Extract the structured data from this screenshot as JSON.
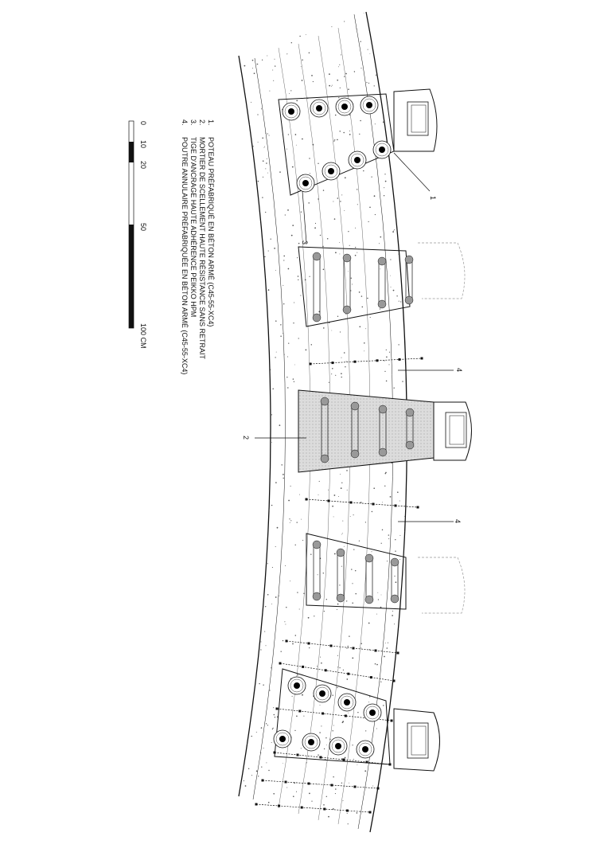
{
  "legend": {
    "items": [
      {
        "num": "1.",
        "text": "POTEAU PRÉFABRIQUÉ EN BÉTON ARMÉ (C45-55-XC4)"
      },
      {
        "num": "2.",
        "text": "MORTIER DE SCELLEMENT HAUTE RÉSISTANCE SANS RETRAIT"
      },
      {
        "num": "3.",
        "text": "TIGE D'ANCRAGE HAUTE ADHÉRENCE PEIKKO HPM"
      },
      {
        "num": "4.",
        "text": "POUTRE ANNULAIRE PRÉFABRIQUÉE EN BÉTON ARMÉ (C45-55-XC4)"
      }
    ]
  },
  "scale_bar": {
    "labels": [
      "0",
      "10",
      "20",
      "50",
      "100 CM"
    ]
  },
  "callouts": [
    "1",
    "2",
    "3",
    "4",
    "4"
  ],
  "colors": {
    "line": "#111111",
    "grout": "#d8d8d8",
    "dashed": "#999999"
  }
}
